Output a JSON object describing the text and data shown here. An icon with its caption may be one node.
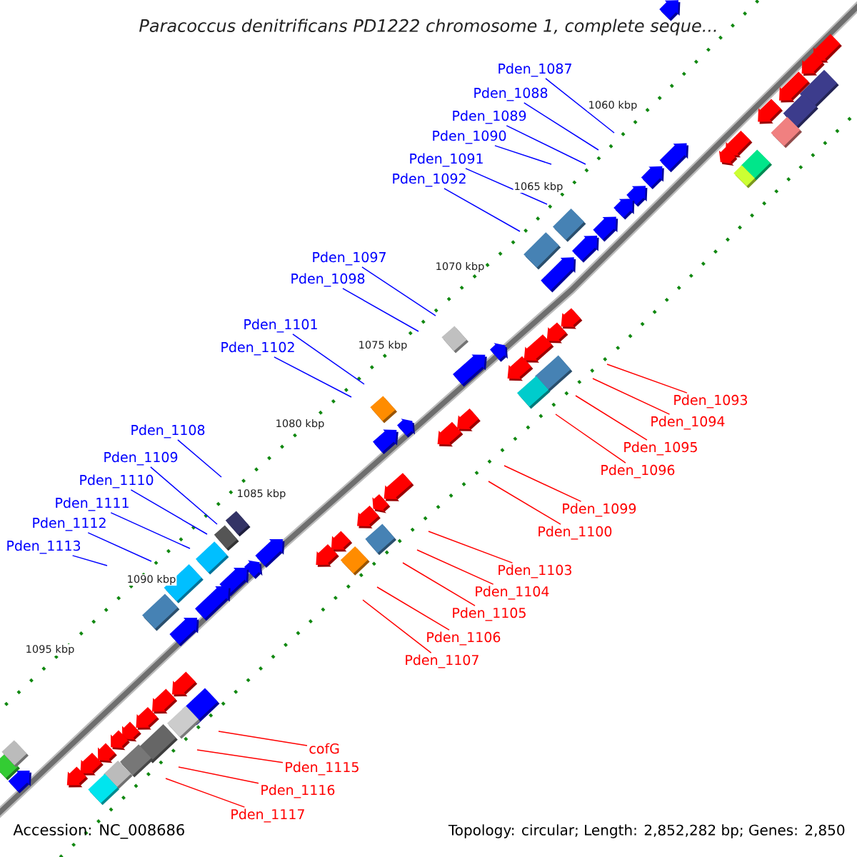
{
  "diagram": {
    "title": "Paracoccus denitrificans PD1222 chromosome 1, complete seque...",
    "nodes": [
      {
        "text": [
          "Pden_1087"
        ]
      },
      {
        "text": [
          "Pden_1088"
        ]
      },
      {
        "text": [
          "Pden_1089"
        ]
      },
      {
        "text": [
          "Pden_1090"
        ]
      },
      {
        "text": [
          "Pden_1091"
        ]
      },
      {
        "text": [
          "Pden_1092"
        ]
      },
      {
        "text": [
          "Pden_1097"
        ]
      },
      {
        "text": [
          "Pden_1098"
        ]
      },
      {
        "text": [
          "Pden_1101"
        ]
      },
      {
        "text": [
          "Pden_1102"
        ]
      },
      {
        "text": [
          "Pden_1093"
        ]
      },
      {
        "text": [
          "Pden_1094"
        ]
      },
      {
        "text": [
          "Pden_1108"
        ]
      },
      {
        "text": [
          "Pden_1095"
        ]
      },
      {
        "text": [
          "Pden_1109"
        ]
      },
      {
        "text": [
          "Pden_1096"
        ]
      },
      {
        "text": [
          "Pden_1110"
        ]
      },
      {
        "text": [
          "Pden_1111"
        ]
      },
      {
        "text": [
          "Pden_1099"
        ]
      },
      {
        "text": [
          "Pden_1112"
        ]
      },
      {
        "text": [
          "Pden_1100"
        ]
      },
      {
        "text": [
          "Pden_1113"
        ]
      },
      {
        "text": [
          "Pden_1103"
        ]
      },
      {
        "text": [
          "Pden_1104"
        ]
      },
      {
        "text": [
          "Pden_1105"
        ]
      },
      {
        "text": [
          "Pden_1106"
        ]
      },
      {
        "text": [
          "Pden_1107"
        ]
      },
      {
        "text": [
          "cofG"
        ]
      },
      {
        "text": [
          "Pden_1115"
        ]
      },
      {
        "text": [
          "Pden_1116"
        ]
      },
      {
        "text": [
          "Pden_1117"
        ]
      }
    ],
    "edges": [
      {
        "from": 0,
        "to": null,
        "arrow": "none"
      },
      {
        "from": 1,
        "to": null,
        "arrow": "none"
      },
      {
        "from": 2,
        "to": null,
        "arrow": "none"
      },
      {
        "from": 3,
        "to": null,
        "arrow": "none"
      },
      {
        "from": 4,
        "to": null,
        "arrow": "none"
      },
      {
        "from": 5,
        "to": null,
        "arrow": "none"
      },
      {
        "from": 6,
        "to": null,
        "arrow": "none"
      },
      {
        "from": 7,
        "to": null,
        "arrow": "none"
      },
      {
        "from": 8,
        "to": null,
        "arrow": "none"
      },
      {
        "from": 9,
        "to": null,
        "arrow": "none"
      },
      {
        "from": 10,
        "to": null,
        "arrow": "none",
        "color": "#ff0000"
      },
      {
        "from": 11,
        "to": null,
        "arrow": "none",
        "color": "#ff0000"
      },
      {
        "from": 12,
        "to": null,
        "arrow": "none"
      },
      {
        "from": 13,
        "to": null,
        "arrow": "none",
        "color": "#ff0000"
      },
      {
        "from": 14,
        "to": null,
        "arrow": "none"
      },
      {
        "from": 15,
        "to": null,
        "arrow": "none",
        "color": "#ff0000"
      },
      {
        "from": 16,
        "to": null,
        "arrow": "none"
      },
      {
        "from": 17,
        "to": null,
        "arrow": "none"
      },
      {
        "from": 18,
        "to": null,
        "arrow": "none",
        "color": "#ff0000"
      },
      {
        "from": 19,
        "to": null,
        "arrow": "none"
      },
      {
        "from": 20,
        "to": null,
        "arrow": "none",
        "color": "#ff0000"
      },
      {
        "from": 21,
        "to": null,
        "arrow": "none"
      },
      {
        "from": 22,
        "to": null,
        "arrow": "none",
        "color": "#ff0000"
      },
      {
        "from": 23,
        "to": null,
        "arrow": "none",
        "color": "#ff0000"
      },
      {
        "from": 24,
        "to": null,
        "arrow": "none",
        "color": "#ff0000"
      },
      {
        "from": 25,
        "to": null,
        "arrow": "none",
        "color": "#ff0000"
      },
      {
        "from": 26,
        "to": null,
        "arrow": "none",
        "color": "#ff0000"
      },
      {
        "from": 27,
        "to": null,
        "arrow": "none",
        "color": "#ff0000"
      },
      {
        "from": 28,
        "to": null,
        "arrow": "none",
        "color": "#ff0000"
      },
      {
        "from": 29,
        "to": null,
        "arrow": "none",
        "color": "#ff0000"
      },
      {
        "from": 30,
        "to": null,
        "arrow": "none",
        "color": "#ff0000"
      }
    ],
    "labels": [
      "1060 kbp",
      "1065 kbp",
      "1070 kbp",
      "1075 kbp",
      "1080 kbp",
      "1085 kbp",
      "1090 kbp",
      "1095 kbp",
      "Accession: NC_008686",
      "Topology: circular; Length: 2,852,282 bp; Genes: 2,850"
    ]
  }
}
